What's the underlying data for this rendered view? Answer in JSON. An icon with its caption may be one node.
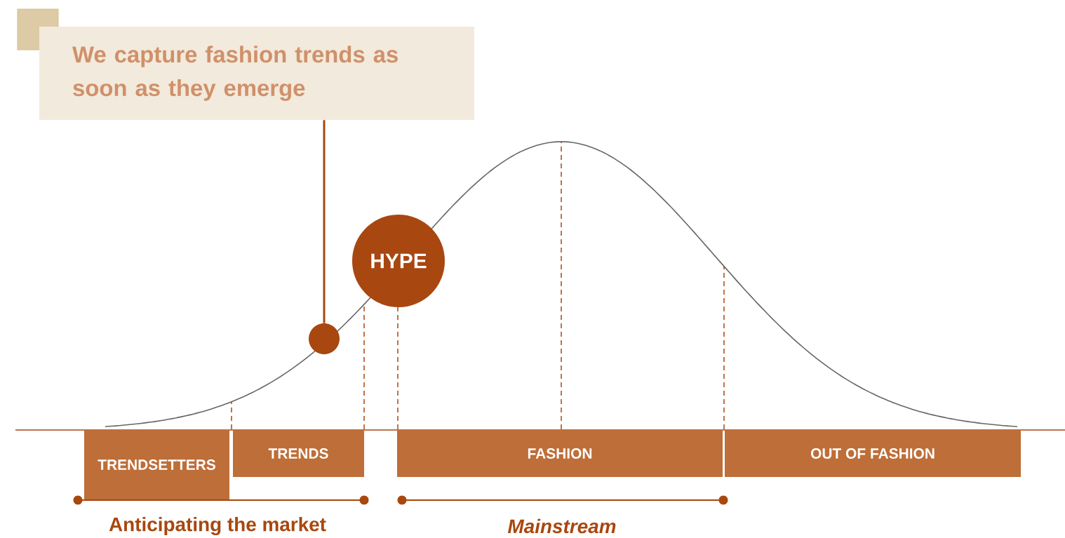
{
  "diagram": {
    "nodes": [
      {
        "text": [
          "We capture fashion trends as soon as they emerge"
        ]
      },
      {
        "text": [],
        "shape": "circle"
      },
      {
        "text": [
          "HYPE"
        ]
      },
      {
        "text": [
          "TRENDSETTERS"
        ]
      },
      {
        "text": [
          "TRENDS"
        ]
      },
      {
        "text": [
          "FASHION"
        ]
      },
      {
        "text": [
          "OUT OF FASHION"
        ]
      }
    ],
    "edges": [
      {
        "from": 0,
        "to": 1,
        "arrow": "none"
      }
    ],
    "labels": [
      "Anticipating the market",
      "Mainstream"
    ]
  }
}
